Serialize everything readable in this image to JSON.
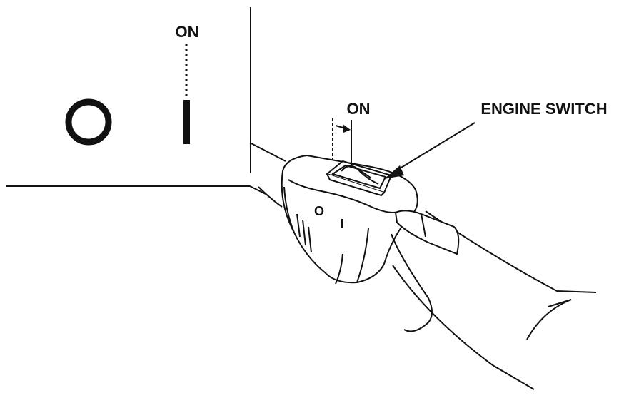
{
  "labels": {
    "inset_on": "ON",
    "switch_on": "ON",
    "engine_switch": "ENGINE SWITCH"
  },
  "inset_symbols": {
    "off_symbol": "O",
    "on_symbol": "I"
  },
  "housing_symbols": {
    "off_symbol": "O",
    "on_symbol": "I"
  },
  "colors": {
    "ink": "#111111",
    "background": "#ffffff"
  }
}
